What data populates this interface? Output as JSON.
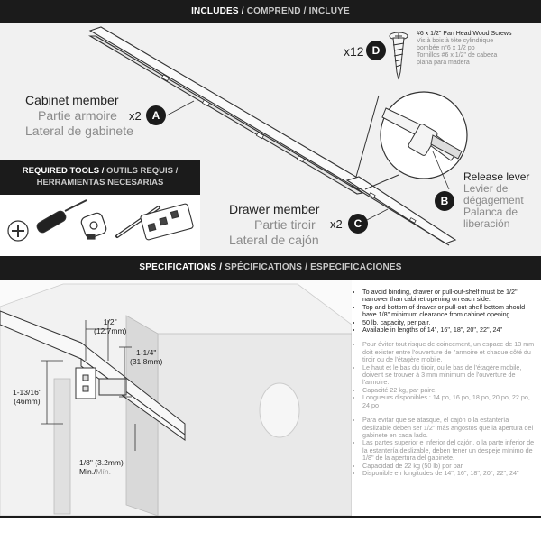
{
  "includes_header": {
    "part1": "INCLUDES / ",
    "part2": "COMPREND / INCLUYE"
  },
  "cabinet_member": {
    "en": "Cabinet member",
    "fr": "Partie armoire",
    "es": "Lateral de gabinete",
    "qty": "x2",
    "badge": "A"
  },
  "drawer_member": {
    "en": "Drawer member",
    "fr": "Partie tiroir",
    "es": "Lateral de cajón",
    "qty": "x2",
    "badge": "C"
  },
  "release_lever": {
    "en": "Release lever",
    "fr1": "Levier de",
    "fr2": "dégagement",
    "es1": "Palanca de",
    "es2": "liberación",
    "badge": "B"
  },
  "screws": {
    "qty": "x12",
    "badge": "D",
    "en": "#6 x 1/2\" Pan Head Wood Screws",
    "fr1": "Vis à bois à tête cylindrique",
    "fr2": "bombée n°6 x 1/2 po",
    "es1": "Tornillos #6 x 1/2\" de cabeza",
    "es2": "plana para madera"
  },
  "tools_header": {
    "line1a": "REQUIRED TOOLS / ",
    "line1b": "OUTILS REQUIS /",
    "line2": "HERRAMIENTAS NECESARIAS"
  },
  "spec_header": {
    "part1": "SPECIFICATIONS / ",
    "part2": "SPÉCIFICATIONS / ESPECIFICACIONES"
  },
  "dims": {
    "half": "1/2\"",
    "half_mm": "(12.7mm)",
    "one_quarter": "1-1/4\"",
    "one_quarter_mm": "(31.8mm)",
    "one_13": "1-13/16\"",
    "one_13_mm": "(46mm)",
    "eighth": "1/8\" (3.2mm)",
    "eighth_min": "Min./",
    "eighth_min2": "Mín."
  },
  "notes_en": [
    "To avoid binding, drawer or pull-out-shelf must be 1/2\" narrower than cabinet opening on each side.",
    "Top and bottom of drawer or pull-out-shelf bottom should have 1/8\" minimum clearance from cabinet opening.",
    "50 lb. capacity, per pair.",
    "Available in lengths of 14\", 16\", 18\", 20\", 22\", 24\""
  ],
  "notes_fr": [
    "Pour éviter tout risque de coincement, un espace de 13 mm doit exister entre l'ouverture de l'armoire et chaque côté du tiroir ou de l'étagère mobile.",
    "Le haut et le bas du tiroir, ou le bas de l'étagère mobile, doivent se trouver à 3 mm minimum de l'ouverture de l'armoire.",
    "Capacité 22 kg, par paire.",
    "Longueurs disponibles : 14 po, 16 po, 18 po, 20 po, 22 po, 24 po"
  ],
  "notes_es": [
    "Para evitar que se atasque, el cajón o la estantería deslizable deben ser 1/2\" más angostos que la apertura del gabinete en cada lado.",
    "Las partes superior e inferior del cajón, o la parte inferior de la estantería deslizable, deben tener un despeje mínimo de 1/8\" de la apertura del gabinete.",
    "Capacidad de 22 kg (50 lb) por par.",
    "Disponible en longitudes de 14\", 16\", 18\", 20\", 22\", 24\""
  ]
}
